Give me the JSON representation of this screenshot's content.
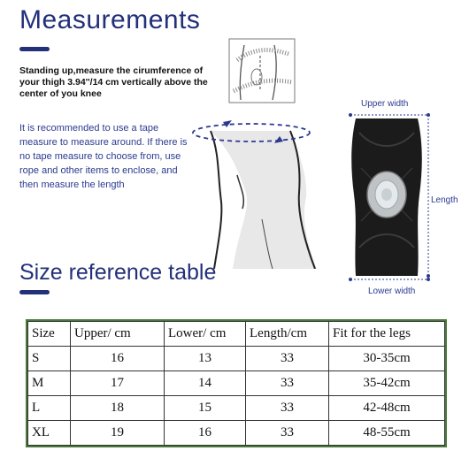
{
  "header": {
    "title": "Measurements"
  },
  "thigh_instruction": "Standing up,measure the cirumference of your thigh 3.94''/14 cm vertically above the center of you knee",
  "tape_instruction": "It is recommended to use a tape measure to measure around. If there is no tape measure to choose from, use rope and other items to enclose, and then measure the length",
  "diagram": {
    "upper_width": "Upper width",
    "length": "Length",
    "lower_width": "Lower width"
  },
  "size_table": {
    "title": "Size reference table",
    "headers": [
      "Size",
      "Upper/ cm",
      "Lower/ cm",
      "Length/cm",
      "Fit for the legs"
    ],
    "rows": [
      [
        "S",
        "16",
        "13",
        "33",
        "30-35cm"
      ],
      [
        "M",
        "17",
        "14",
        "33",
        "35-42cm"
      ],
      [
        "L",
        "18",
        "15",
        "33",
        "42-48cm"
      ],
      [
        "XL",
        "19",
        "16",
        "33",
        "48-55cm"
      ]
    ]
  },
  "colors": {
    "accent": "#23307a",
    "table_border": "#4a7a3a"
  }
}
